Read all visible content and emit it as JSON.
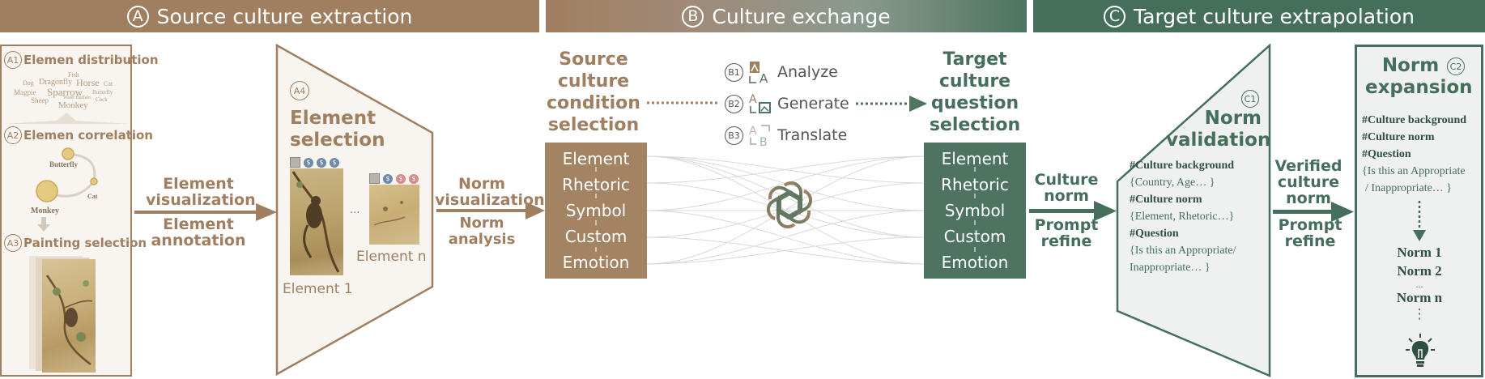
{
  "headers": {
    "a": {
      "letter": "A",
      "text": "Source culture extraction",
      "color": "#a07f60"
    },
    "b": {
      "letter": "B",
      "text": "Culture exchange"
    },
    "c": {
      "letter": "C",
      "text": "Target culture extrapolation",
      "color": "#466f5b"
    }
  },
  "panel_a": {
    "a1_badge": "A1",
    "a1_title": "Elemen distribution",
    "word_cloud": [
      "Fish",
      "Dog",
      "Dragonfly",
      "Horse",
      "Cat",
      "Magpie",
      "Sparrow",
      "Butterfly",
      "Sheep",
      "Water Buffalo",
      "Cock",
      "Monkey"
    ],
    "a2_badge": "A2",
    "a2_title": "Elemen correlation",
    "graph_nodes": [
      "Butterfly",
      "Cat",
      "Monkey"
    ],
    "a3_badge": "A3",
    "a3_title": "Painting selection"
  },
  "arrow_a_to_a4": {
    "top": "Element visualization",
    "bottom": "Element annotation"
  },
  "panel_a4": {
    "badge": "A4",
    "title": "Element selection",
    "element1": "Element 1",
    "element_n": "Element n",
    "ellipsis": "...",
    "tag_marks": [
      "$",
      "$",
      "$"
    ]
  },
  "arrow_a4_to_b": {
    "top": "Norm visualization",
    "bottom": "Norm analysis"
  },
  "source_selection": {
    "title": "Source culture condition selection",
    "items": [
      "Element",
      "Rhetoric",
      "Symbol",
      "Custom",
      "Emotion"
    ],
    "color": "#a48363"
  },
  "target_selection": {
    "title": "Target culture question selection",
    "items": [
      "Element",
      "Rhetoric",
      "Symbol",
      "Custom",
      "Emotion"
    ],
    "color": "#4e7461"
  },
  "actions": [
    {
      "badge": "B1",
      "label": "Analyze",
      "icon": "analyze-icon"
    },
    {
      "badge": "B2",
      "label": "Generate",
      "icon": "generate-icon"
    },
    {
      "badge": "B3",
      "label": "Translate",
      "icon": "translate-icon"
    }
  ],
  "center_icon": "openai-logo-icon",
  "arrow_b_to_c1": {
    "top": "Culture norm",
    "bottom": "Prompt refine"
  },
  "panel_c1": {
    "badge": "C1",
    "title": "Norm validation",
    "lines": [
      {
        "text": "#Culture background",
        "bold": true
      },
      {
        "text": "{Country, Age… }",
        "bold": false
      },
      {
        "text": "#Culture norm",
        "bold": true
      },
      {
        "text": "{Element, Rhetoric…}",
        "bold": false
      },
      {
        "text": "#Question",
        "bold": true
      },
      {
        "text": "{Is this an Appropriate/",
        "bold": false
      },
      {
        "text": "Inappropriate… }",
        "bold": false
      }
    ]
  },
  "arrow_c1_to_c2": {
    "top": "Verified culture norm",
    "bottom": "Prompt refine"
  },
  "panel_c2": {
    "badge": "C2",
    "title": "Norm expansion",
    "lines": [
      {
        "text": "#Culture background",
        "bold": true
      },
      {
        "text": "#Culture norm",
        "bold": true
      },
      {
        "text": "#Question",
        "bold": true
      },
      {
        "text": "{Is this an Appropriate",
        "bold": false
      },
      {
        "text": "/ Inappropriate… }",
        "bold": false
      }
    ],
    "norms": [
      "Norm 1",
      "Norm 2",
      "...",
      "Norm n"
    ],
    "vertical_dots": "⋮",
    "bulb_icon": "lightbulb-icon"
  }
}
